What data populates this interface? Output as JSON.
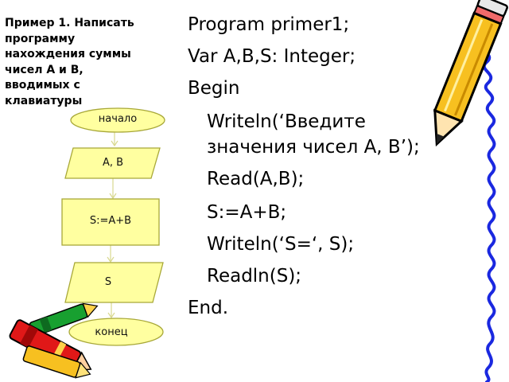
{
  "task": {
    "lines": [
      "Пример 1. Написать",
      "программу",
      "нахождения суммы",
      "чисел А и В,",
      "вводимых с",
      "клавиатуры"
    ]
  },
  "code": {
    "lines": [
      "Program primer1;",
      "Var A,B,S: Integer;",
      "Begin",
      "Writeln(‘Введите",
      "значения чисел A, B’);",
      "Read(A,B);",
      "S:=A+B;",
      "Writeln(‘S=‘, S);",
      "Readln(S);",
      "End."
    ]
  },
  "flowchart": {
    "start": "начало",
    "input": "A, B",
    "process": "S:=A+B",
    "output": "S",
    "end": "конец"
  },
  "colors": {
    "shape_fill": "#FFFFA0",
    "shape_stroke": "#A8A838",
    "arrow": "#D8D890",
    "pencil_body": "#F7C020",
    "pencil_outline": "#000000",
    "crayon_red": "#E01818",
    "crayon_green": "#18A030",
    "squiggle": "#1A28E0"
  },
  "icons": [
    "pencil-icon",
    "crayons-icon"
  ]
}
